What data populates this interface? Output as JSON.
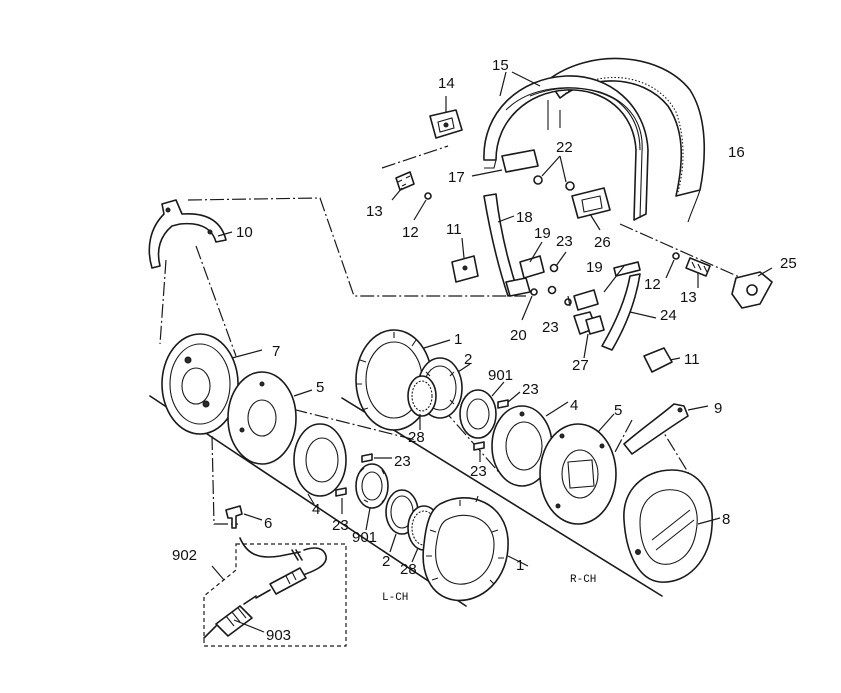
{
  "channels": {
    "left": "L-CH",
    "right": "R-CH"
  },
  "parts": {
    "p1a": "1",
    "p1b": "1",
    "p2a": "2",
    "p2b": "2",
    "p4a": "4",
    "p4b": "4",
    "p5a": "5",
    "p5b": "5",
    "p6": "6",
    "p7": "7",
    "p8": "8",
    "p9": "9",
    "p10": "10",
    "p11a": "11",
    "p11b": "11",
    "p12a": "12",
    "p12b": "12",
    "p13a": "13",
    "p13b": "13",
    "p14": "14",
    "p15": "15",
    "p16": "16",
    "p17": "17",
    "p18": "18",
    "p19a": "19",
    "p19b": "19",
    "p20": "20",
    "p22": "22",
    "p23a": "23",
    "p23b": "23",
    "p23c": "23",
    "p23d": "23",
    "p23e": "23",
    "p23f": "23",
    "p24": "24",
    "p25": "25",
    "p26": "26",
    "p27": "27",
    "p28a": "28",
    "p28b": "28",
    "p901a": "901",
    "p901b": "901",
    "p902": "902",
    "p903": "903"
  }
}
